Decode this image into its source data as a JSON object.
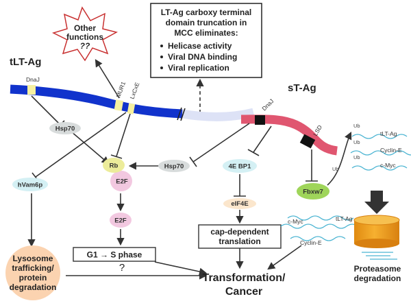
{
  "headers": {
    "tlt": "tLT-Ag",
    "st": "sT-Ag"
  },
  "top_box": {
    "title_lines": [
      "LT-Ag carboxy terminal",
      "domain truncation in",
      "MCC eliminates:"
    ],
    "bullets": [
      "Helicase activity",
      "Viral DNA binding",
      "Viral replication"
    ]
  },
  "star": {
    "lines": [
      "Other",
      "functions",
      "??"
    ]
  },
  "domains": {
    "dnaj_lt": "DnaJ",
    "mur1": "MUR1",
    "lxcxe": "LxCxE",
    "dnaj_st": "DnaJ",
    "lsd": "LSD"
  },
  "nodes": {
    "hsp70_top": "Hsp70",
    "hsp70_mid": "Hsp70",
    "rb": "Rb",
    "e2f_bound": "E2F",
    "e2f_free": "E2F",
    "hvam6p": "hVam6p",
    "bp1": "4E BP1",
    "eif4e": "eIF4E",
    "fbxw7": "Fbxw7"
  },
  "boxes": {
    "g1s": "G1 → S phase",
    "cap": [
      "cap-dependent",
      "translation"
    ]
  },
  "lysosome": [
    "Lysosome",
    "trafficking/",
    "protein",
    "degradation"
  ],
  "question": "?",
  "outcome": [
    "Transformation/",
    "Cancer"
  ],
  "ub_group": {
    "ub": "Ub",
    "labels": [
      "tLT-Ag",
      "Cyclin-E",
      "c-Myc"
    ]
  },
  "free_group": {
    "ub": "Ub",
    "labels": [
      "c-Myc",
      "tLT-Ag",
      "Cyclin-E"
    ]
  },
  "proteasome": [
    "Proteasome",
    "degradation"
  ],
  "colors": {
    "lt_blue": "#1133cc",
    "lt_faded": "#dde2f6",
    "st_pink": "#e05670",
    "domain_yellow": "#f6f0a0",
    "domain_black": "#111111",
    "node_gray": "#d8dcdc",
    "rb_yellow": "#ecec9a",
    "e2f_pink": "#f2c8e0",
    "cyan_node": "#d4f0f4",
    "fbxw7_green": "#9fd55a",
    "lyso_orange": "#fbd3b0",
    "proteasome_orange": "#f0a020",
    "star_red": "#c83030",
    "strand_cyan": "#4ab4d2"
  }
}
